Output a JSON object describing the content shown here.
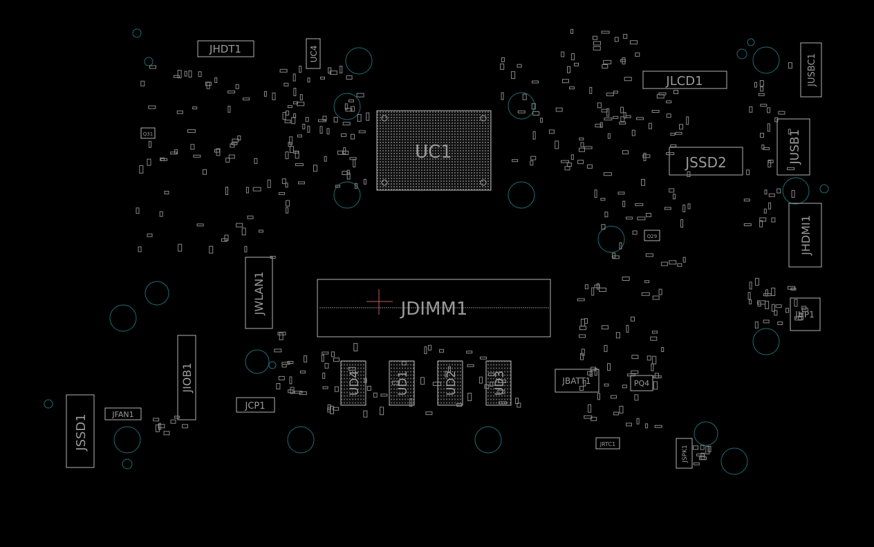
{
  "board": {
    "background": "#000000",
    "outline_color": "#b5b5b5",
    "hole_color": "#1f6f78",
    "marker_color": "#c06060"
  },
  "labels": {
    "uc1": "UC1",
    "jdimm1": "JDIMM1",
    "jlcd1": "JLCD1",
    "jssd2": "JSSD2",
    "jusb1": "JUSB1",
    "jhdmi1": "JHDMI1",
    "jhdt1": "JHDT1",
    "uc4": "UC4",
    "jusbc1": "JUSBC1",
    "jwlan1": "JWLAN1",
    "job1": "JIOB1",
    "jssd1": "JSSD1",
    "jfan1": "JFAN1",
    "jcp1": "JCP1",
    "jbatt1": "JBATT1",
    "jhp1": "JHP1",
    "jspk1": "JSPK1",
    "ud4": "UD4",
    "ud1": "UD1",
    "ud2": "UD2",
    "ud3": "UD3",
    "pq4": "PQ4",
    "q31": "Q31",
    "q29": "Q29",
    "jrtc1": "JRTC1"
  }
}
